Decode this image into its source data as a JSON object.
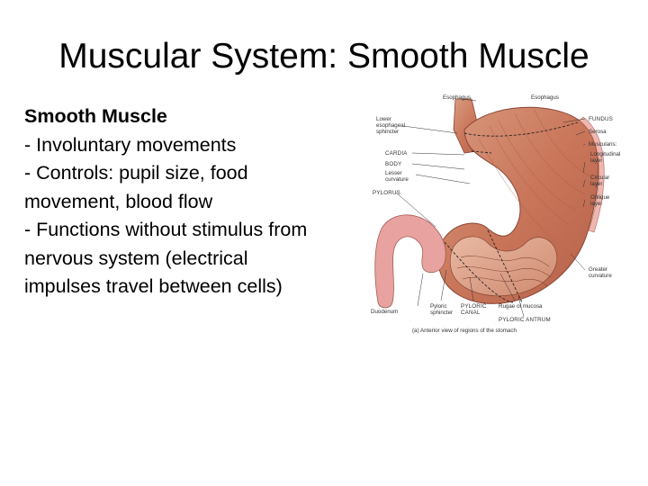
{
  "slide": {
    "title": "Muscular System: Smooth Muscle",
    "body": {
      "heading": "Smooth Muscle",
      "lines": [
        "- Involuntary movements",
        "- Controls: pupil size, food",
        "movement, blood flow",
        "- Functions without stimulus from",
        "nervous system (electrical",
        "impulses travel between cells)"
      ]
    }
  },
  "figure": {
    "labels": {
      "esophagus": "Esophagus",
      "lower_sphincter_1": "Lower",
      "lower_sphincter_2": "esophageal",
      "lower_sphincter_3": "sphincter",
      "cardia": "CARDIA",
      "body": "BODY",
      "lesser_1": "Lesser",
      "lesser_2": "curvature",
      "pylorus": "PYLORUS",
      "duodenum": "Duodenum",
      "pyloric_sphincter_1": "Pyloric",
      "pyloric_sphincter_2": "sphincter",
      "pyloric_canal_1": "PYLORIC",
      "pyloric_canal_2": "CANAL",
      "rugae": "Rugae of mucosa",
      "pyloric_antrum": "PYLORIC ANTRUM",
      "fundus": "FUNDUS",
      "serosa": "Serosa",
      "muscularis": "Muscularis:",
      "longitudinal_1": "Longitudinal",
      "longitudinal_2": "layer",
      "circular_1": "Circular",
      "circular_2": "layer",
      "oblique_1": "Oblique",
      "oblique_2": "layer",
      "greater_1": "Greater",
      "greater_2": "curvature",
      "caption": "(a) Anterior view of regions of the stomach"
    }
  }
}
